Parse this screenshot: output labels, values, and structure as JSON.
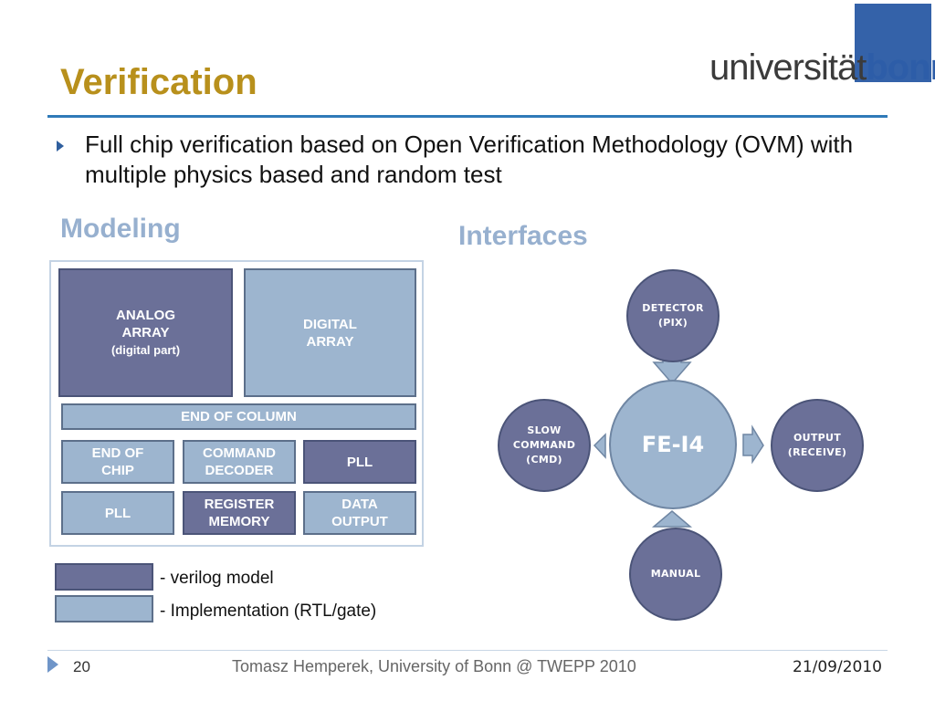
{
  "slide": {
    "title": "Verification",
    "bullet": "Full chip verification based on Open Verification Methodology (OVM) with multiple physics based and random test"
  },
  "logo": {
    "part1": "universität",
    "part2": "bonn"
  },
  "modeling": {
    "heading": "Modeling",
    "blocks": {
      "analog_array": [
        "ANALOG",
        "ARRAY",
        "(digital part)"
      ],
      "digital_array": [
        "DIGITAL",
        "ARRAY"
      ],
      "end_of_column": "END OF COLUMN",
      "end_of_chip": [
        "END OF",
        "CHIP"
      ],
      "command_decoder": [
        "COMMAND",
        "DECODER"
      ],
      "pll_right": "PLL",
      "pll_left": "PLL",
      "register_memory": [
        "REGISTER",
        "MEMORY"
      ],
      "data_output": [
        "DATA",
        "OUTPUT"
      ]
    },
    "legend": [
      {
        "label": "- verilog model",
        "color": "#6b7098"
      },
      {
        "label": "- Implementation (RTL/gate)",
        "color": "#9db5cf"
      }
    ]
  },
  "interfaces": {
    "heading": "Interfaces",
    "center": "FE-I4",
    "detector": [
      "DETECTOR",
      "(PIX)"
    ],
    "slow_command": [
      "SLOW",
      "COMMAND",
      "(CMD)"
    ],
    "output": [
      "OUTPUT",
      "(RECEIVE)"
    ],
    "manual": "MANUAL"
  },
  "footer": {
    "page": "20",
    "center": "Tomasz Hemperek, University of Bonn @ TWEPP 2010",
    "date": "21/09/2010"
  },
  "colors": {
    "title": "#b8901c",
    "rule": "#2f7ab8",
    "verilog": "#6b7098",
    "rtl": "#9db5cf"
  }
}
